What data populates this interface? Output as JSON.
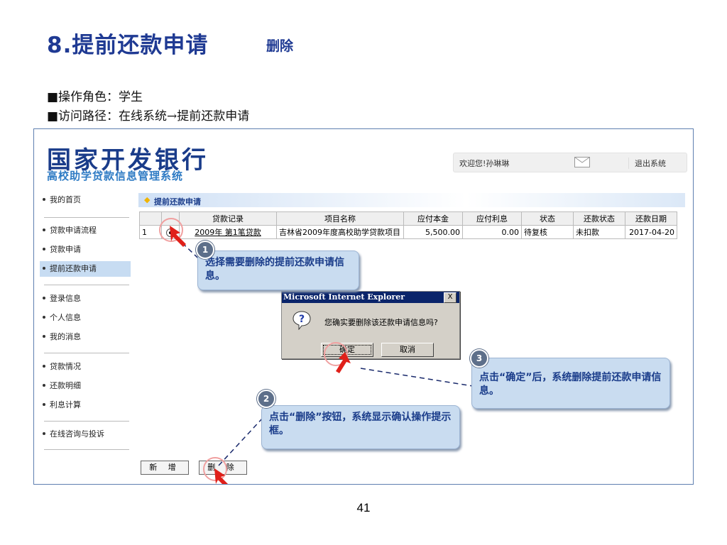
{
  "slide": {
    "title": "8.提前还款申请",
    "subtitle": "删除",
    "bullets": [
      "■操作角色：学生",
      "■访问路径：在线系统→提前还款申请"
    ],
    "page_number": "41"
  },
  "app": {
    "logo_main": "国家开发银行",
    "logo_sub": "高校助学贷款信息管理系统",
    "welcome": "欢迎您!孙琳琳",
    "logout": "退出系统"
  },
  "sidebar": {
    "items": [
      "我的首页",
      "贷款申请流程",
      "贷款申请",
      "提前还款申请",
      "登录信息",
      "个人信息",
      "我的消息",
      "贷款情况",
      "还款明细",
      "利息计算",
      "在线咨询与投诉"
    ],
    "active": "提前还款申请"
  },
  "panel": {
    "title": "提前还款申请",
    "columns": [
      "",
      "",
      "贷款记录",
      "项目名称",
      "应付本金",
      "应付利息",
      "状态",
      "还款状态",
      "还款日期"
    ],
    "rows": [
      {
        "index": "1",
        "loan": "2009年 第1笔贷款",
        "project": "吉林省2009年度高校助学贷款项目",
        "principal": "5,500.00",
        "interest": "0.00",
        "status": "待复核",
        "repay_status": "未扣款",
        "date": "2017-04-20"
      }
    ],
    "add_label": "新 增",
    "delete_label": "删 除"
  },
  "dialog": {
    "title": "Microsoft Internet Explorer",
    "close": "X",
    "message": "您确实要删除该还款申请信息吗?",
    "ok": "确定",
    "cancel": "取消"
  },
  "callouts": [
    {
      "num": "1",
      "text": "选择需要删除的提前还款申请信息。"
    },
    {
      "num": "2",
      "text": "点击“删除”按钮，系统显示确认操作提示框。"
    },
    {
      "num": "3",
      "text": "点击“确定”后，系统删除提前还款申请信息。"
    }
  ],
  "colors": {
    "title": "#1f3a93",
    "callout_bg": "#c9dcf0",
    "highlight": "#c7dcf2",
    "arrow": "#e0201a"
  },
  "icons": {
    "mail": "mail-icon",
    "question": "question-icon",
    "star": "star-icon",
    "pointer": "pointer-arrow-icon"
  }
}
